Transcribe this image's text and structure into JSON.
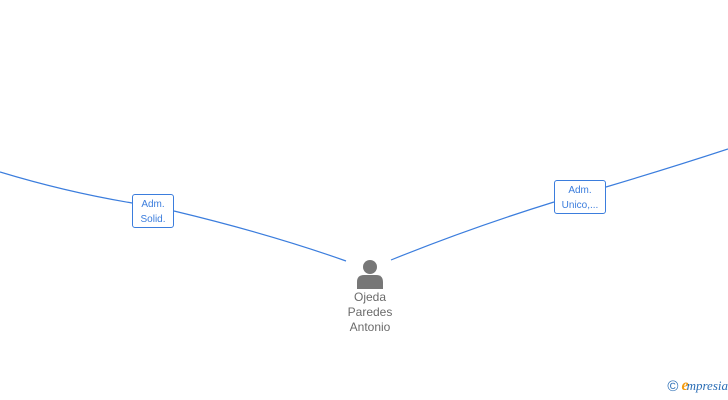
{
  "diagram": {
    "edge_color": "#3b7ddd",
    "nodes": [
      {
        "id": "person",
        "type": "person",
        "icon": "person-icon",
        "name_lines": [
          "Ojeda",
          "Paredes",
          "Antonio"
        ]
      }
    ],
    "roles": [
      {
        "id": "role-1",
        "lines": [
          "Adm.",
          "Solid."
        ]
      },
      {
        "id": "role-2",
        "lines": [
          "Adm.",
          "Unico,..."
        ]
      }
    ]
  },
  "branding": {
    "copyright_symbol": "©",
    "logo_initial": "e",
    "logo_rest": "mpresia",
    "logo_colors": {
      "initial": "#f39c12",
      "rest": "#2a6db5"
    }
  }
}
